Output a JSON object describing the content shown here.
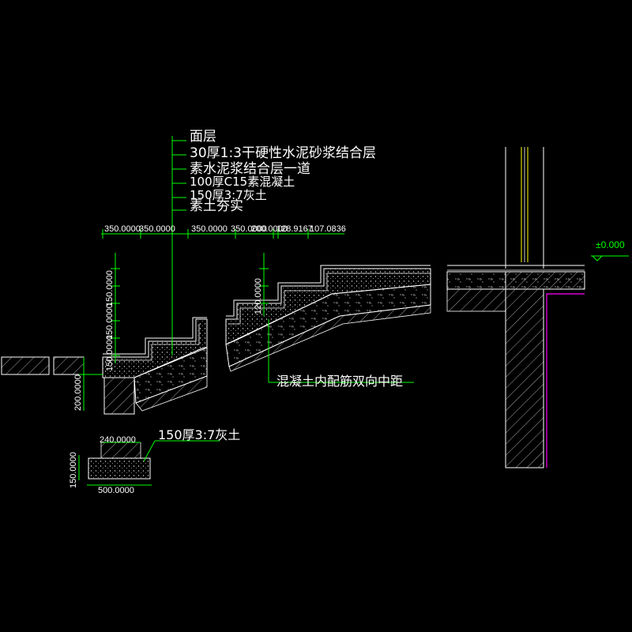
{
  "layer_callout": {
    "items": [
      "面层",
      "30厚1:3干硬性水泥砂浆结合层",
      "素水泥浆结合层一道",
      "100厚C15素混凝土",
      "150厚3:7灰土",
      "素土夯实"
    ]
  },
  "top_dims": [
    "350.0000",
    "350.0000",
    "350.0000",
    "350.0000",
    "200.0000",
    "128.9167",
    "107.0836"
  ],
  "step_riser_dim": "150.0000",
  "mid_riser_dim": "120.0000",
  "base_dim": "200.0000",
  "rebar_note": "混凝土内配筋双向中距",
  "footing": {
    "width_top": "240.0000",
    "width_bottom": "500.0000",
    "height": "150.0000",
    "material": "150厚3:7灰土"
  },
  "elevation": "±0.000",
  "colors": {
    "linework": "#ffffff",
    "leader": "#00ff00",
    "wall": "#ff00ff",
    "accent": "#ffff00"
  }
}
